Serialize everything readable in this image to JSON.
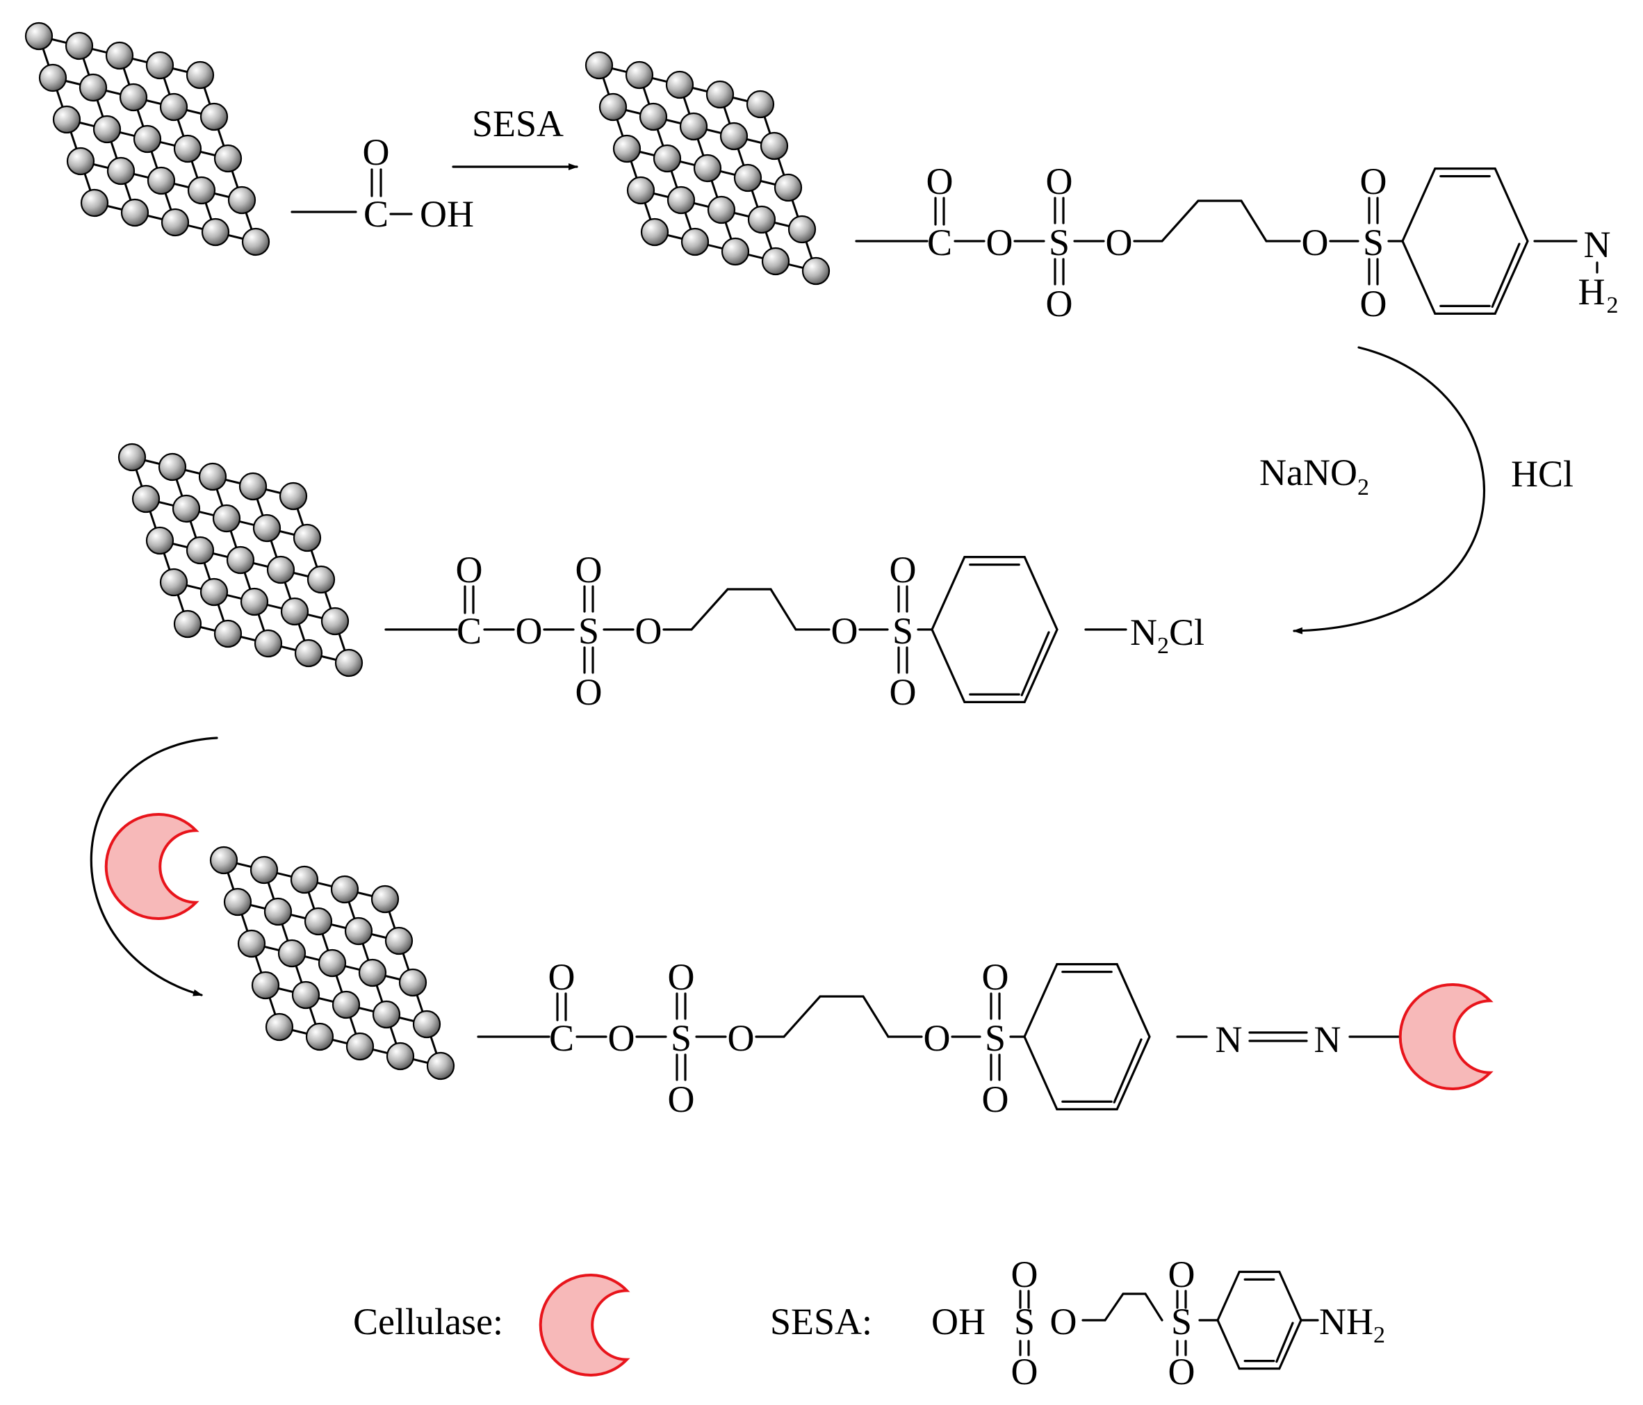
{
  "labels": {
    "carbonyl_o": "O",
    "carbon": "C",
    "hydroxyl": "OH",
    "oxygen": "O",
    "sulfur": "S",
    "nitrogen": "N",
    "hydrogen_h": "H",
    "subscript_2": "2",
    "n2cl_n": "N",
    "n2cl_cl": "Cl"
  },
  "reagents": {
    "step1": "SESA",
    "step2_a_main": "NaNO",
    "step2_a_sub": "2",
    "step2_b": "HCl"
  },
  "legend": {
    "cellulase_label": "Cellulase:",
    "sesa_label": "SESA:",
    "sesa_oh": "OH",
    "sesa_s": "S",
    "sesa_o": "O",
    "sesa_nh": "NH",
    "sesa_nh_sub": "2"
  },
  "colors": {
    "enzyme_fill": "#f7b9b9",
    "enzyme_stroke": "#e8141b",
    "atom_light": "#ffffff",
    "atom_mid": "#b8b8b8",
    "atom_dark": "#505050"
  }
}
